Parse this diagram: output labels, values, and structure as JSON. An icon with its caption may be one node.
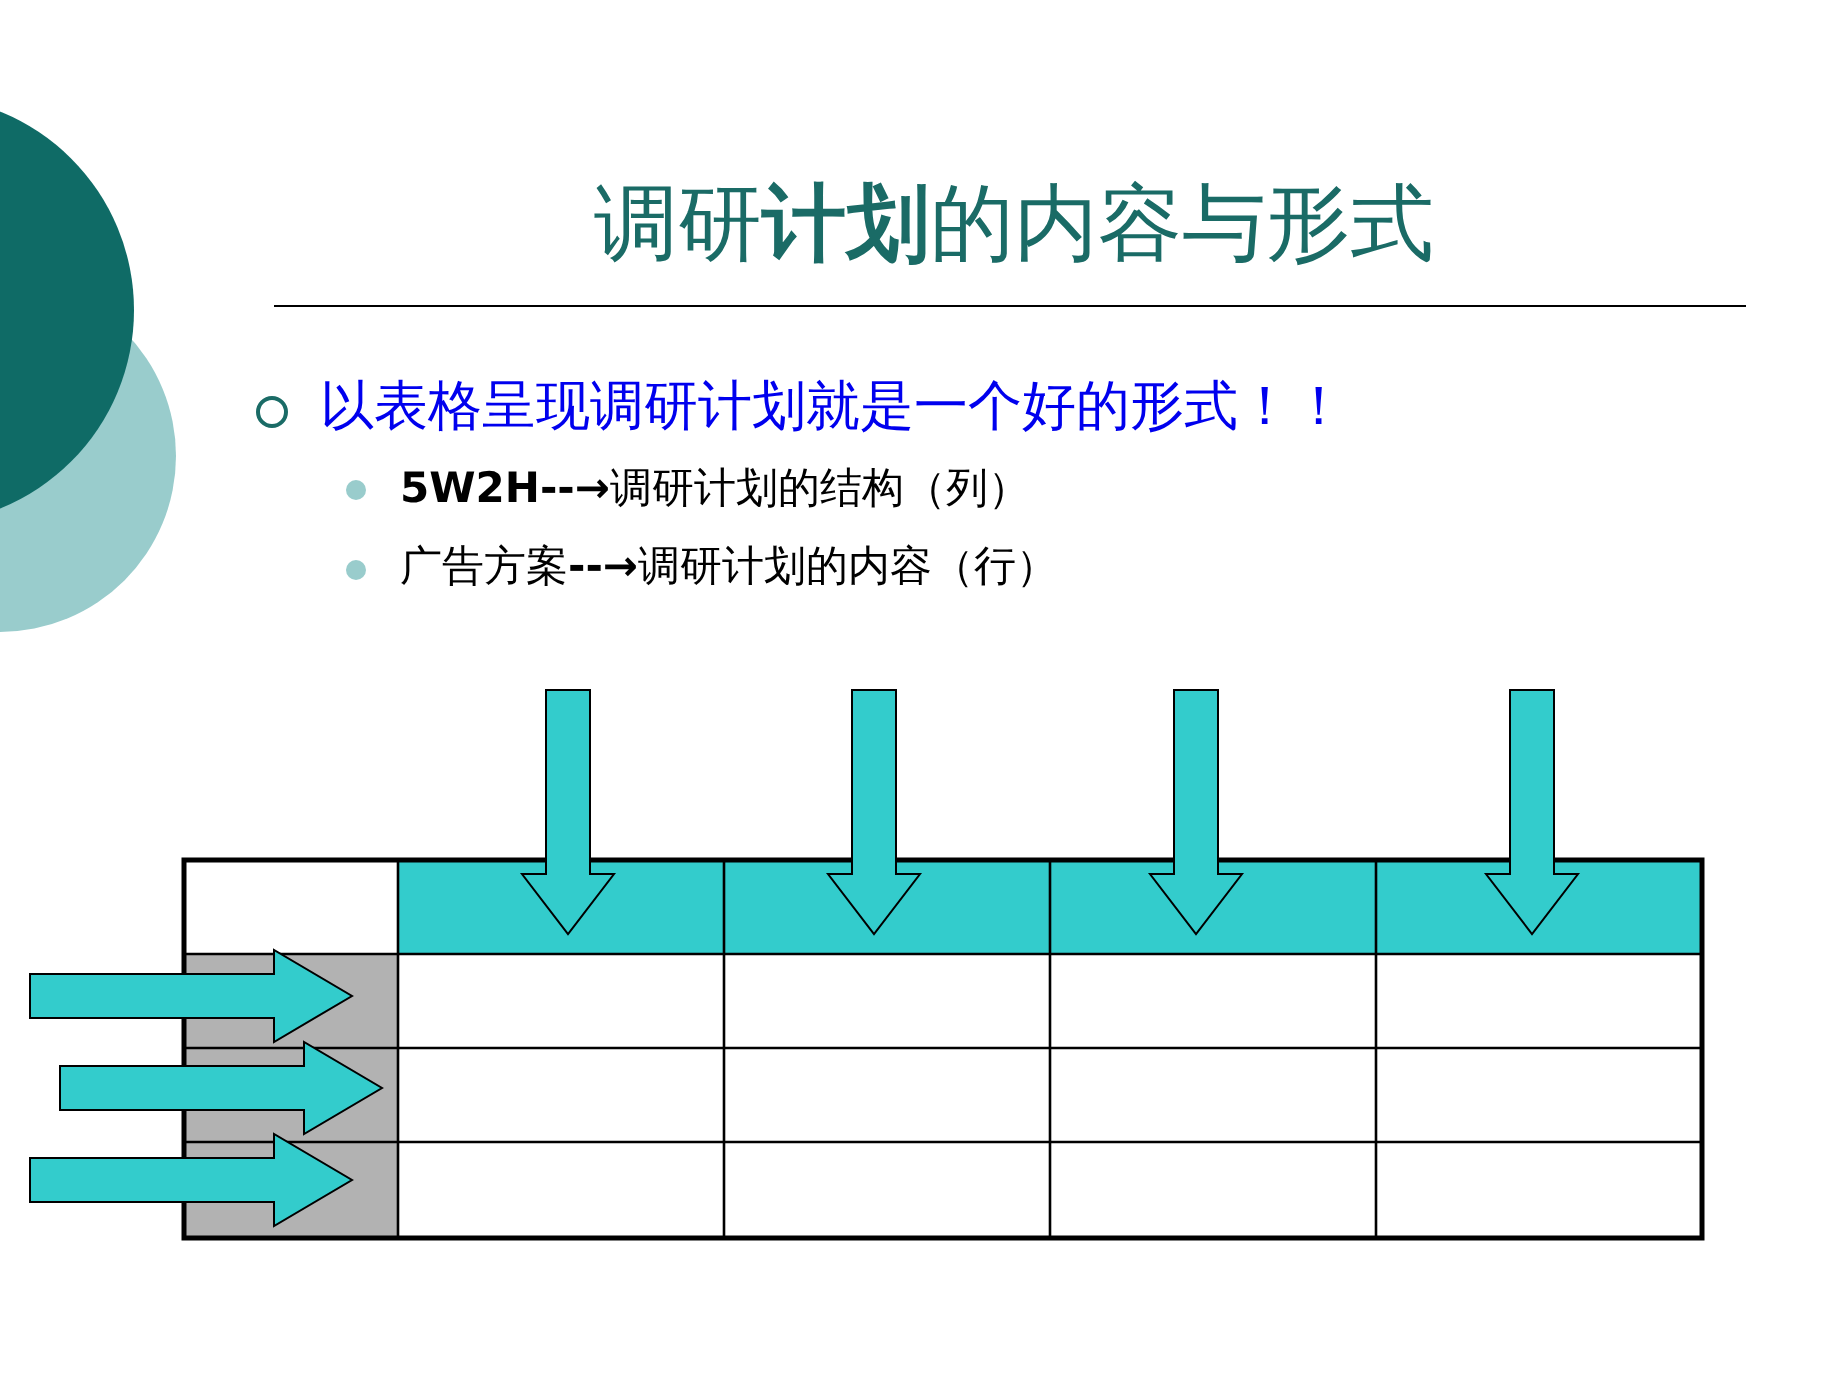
{
  "diagram": {
    "title": "调研**计划**的内容与形式",
    "labels": [
      "以表格呈现调研计划就是一个好的形式！！",
      "**5W2H--→**调研计划的结构（列）",
      "广告方案**--→**调研计划的内容（行）"
    ]
  }
}
